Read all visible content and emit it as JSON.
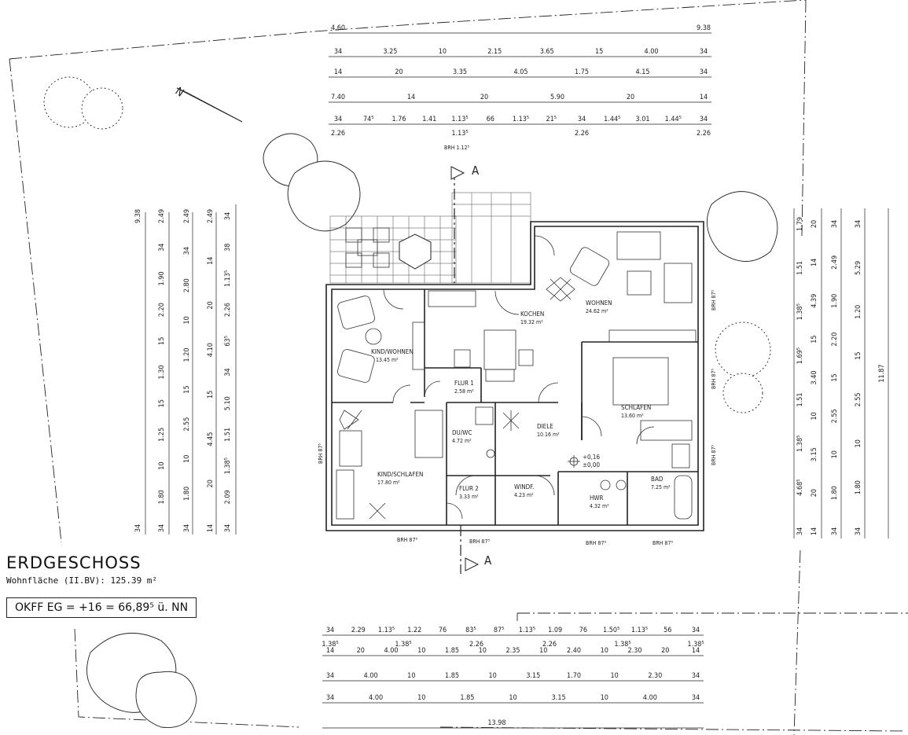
{
  "title": {
    "main": "ERDGESCHOSS",
    "area": "Wohnfläche (II.BV): 125.39 m²",
    "okff": "OKFF EG = +16 = 66,89⁵ ü. NN"
  },
  "section_marks": {
    "top": "A",
    "bottom": "A"
  },
  "level_mark": {
    "upper": "+0,16",
    "lower": "±0,00"
  },
  "rooms": [
    {
      "key": "kind_wohnen",
      "name": "KIND/WOHNEN",
      "area": "13.45 m²"
    },
    {
      "key": "kochen",
      "name": "KOCHEN",
      "area": "19.32 m²"
    },
    {
      "key": "wohnen",
      "name": "WOHNEN",
      "area": "24.62 m²"
    },
    {
      "key": "flur1",
      "name": "FLUR 1",
      "area": "2.58 m²"
    },
    {
      "key": "schlafen",
      "name": "SCHLAFEN",
      "area": "13.60 m²"
    },
    {
      "key": "du_wc",
      "name": "DU/WC",
      "area": "4.72 m²"
    },
    {
      "key": "diele",
      "name": "DIELE",
      "area": "10.16 m²"
    },
    {
      "key": "kind_schlafen",
      "name": "KIND/SCHLAFEN",
      "area": "17.80 m²"
    },
    {
      "key": "flur2",
      "name": "FLUR 2",
      "area": "3.33 m²"
    },
    {
      "key": "windf",
      "name": "WINDF.",
      "area": "4.23 m²"
    },
    {
      "key": "hwr",
      "name": "HWR",
      "area": "4.32 m²"
    },
    {
      "key": "bad",
      "name": "BAD",
      "area": "7.25 m²"
    }
  ],
  "window_labels": [
    {
      "text": "BRH 1.12⁵"
    },
    {
      "text": "BRH 87⁵"
    },
    {
      "text": "BRH 87⁵"
    },
    {
      "text": "BRH 87⁵"
    },
    {
      "text": "BRH 87⁵"
    },
    {
      "text": "BRH 87⁵"
    },
    {
      "text": "BRH 87⁵"
    },
    {
      "text": "BRH 87⁵"
    },
    {
      "text": "BRH 87⁵"
    }
  ],
  "dimension_rows_top": [
    [
      "4.60",
      "9.38"
    ],
    [
      "34",
      "3.25",
      "10",
      "2.15",
      "3.65",
      "15",
      "4.00",
      "34"
    ],
    [
      "14",
      "20",
      "3.35",
      "4.05",
      "1.75",
      "4.15",
      "34"
    ],
    [
      "7.40",
      "14",
      "20",
      "5.90",
      "20",
      "14"
    ],
    [
      "34",
      "74⁵",
      "1.76",
      "1.41",
      "1.13⁵",
      "66",
      "1.13⁵",
      "21⁵",
      "34",
      "1.44⁵",
      "3.01",
      "1.44⁵",
      "34"
    ],
    [
      "2.26",
      "1.13⁵",
      "2.26",
      "2.26"
    ]
  ],
  "dimension_rows_bottom": [
    [
      "34",
      "2.29",
      "1.13⁵",
      "1.22",
      "76",
      "83⁵",
      "87⁵",
      "1.13⁵",
      "1.09",
      "76",
      "1.50⁵",
      "1.13⁵",
      "56",
      "34"
    ],
    [
      "1.38⁵",
      "1.38⁵",
      "2.26",
      "2.26",
      "1.38⁵",
      "1.38⁵"
    ],
    [
      "14",
      "20",
      "4.00",
      "10",
      "1.85",
      "10",
      "2.35",
      "10",
      "2.40",
      "10",
      "2.30",
      "20",
      "14"
    ],
    [
      "34",
      "4.00",
      "10",
      "1.85",
      "10",
      "3.15",
      "1.70",
      "10",
      "2.30",
      "34"
    ],
    [
      "34",
      "4.00",
      "10",
      "1.85",
      "10",
      "3.15",
      "10",
      "4.00",
      "34"
    ],
    [
      "13.98"
    ]
  ],
  "dimension_cols_left": [
    [
      "9.38",
      "34"
    ],
    [
      "2.49",
      "34",
      "1.90",
      "2.20",
      "15",
      "1.30",
      "15",
      "1.25",
      "10",
      "1.80",
      "34"
    ],
    [
      "2.49",
      "34",
      "2.80",
      "10",
      "1.20",
      "15",
      "2.55",
      "10",
      "1.80",
      "34"
    ],
    [
      "2.49",
      "14",
      "20",
      "4.10",
      "15",
      "4.45",
      "20",
      "14"
    ],
    [
      "34",
      "38",
      "1.13⁵",
      "2.26",
      "63⁵",
      "34",
      "5.10",
      "1.51",
      "1.38⁵",
      "2.09",
      "34"
    ]
  ],
  "dimension_cols_right": [
    [
      "1.79",
      "1.51",
      "1.38⁵",
      "1.69⁵",
      "1.51",
      "1.38⁵",
      "4.68⁵",
      "34"
    ],
    [
      "20",
      "14",
      "4.39",
      "15",
      "3.40",
      "10",
      "3.15",
      "20",
      "14"
    ],
    [
      "34",
      "2.49",
      "1.90",
      "2.20",
      "15",
      "2.55",
      "10",
      "1.80",
      "34"
    ],
    [
      "34",
      "5.29",
      "1.20",
      "15",
      "2.55",
      "10",
      "1.80",
      "34"
    ],
    [
      "11.87"
    ]
  ]
}
